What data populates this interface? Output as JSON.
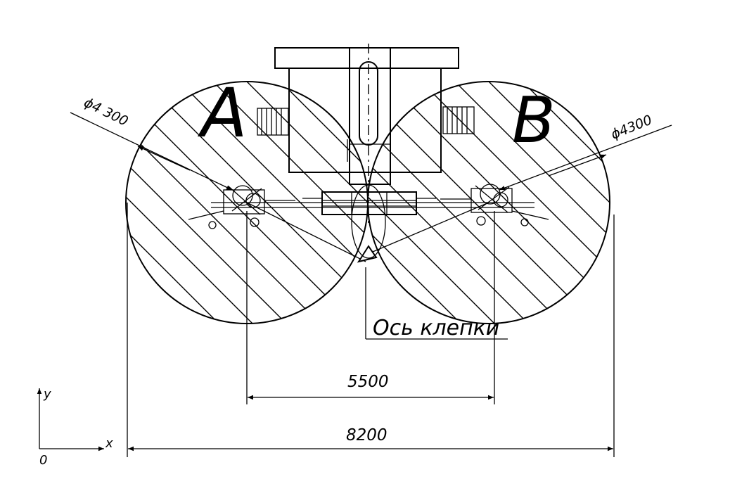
{
  "zones": {
    "left": "A",
    "right": "B"
  },
  "diameters": {
    "left": "ϕ4 300",
    "right": "ϕ4300"
  },
  "axis_label": "Ось клепки",
  "dimensions": {
    "inner": "5500",
    "overall": "8200"
  },
  "coordinate_axes": {
    "y": "y",
    "x": "x",
    "origin": "0"
  }
}
